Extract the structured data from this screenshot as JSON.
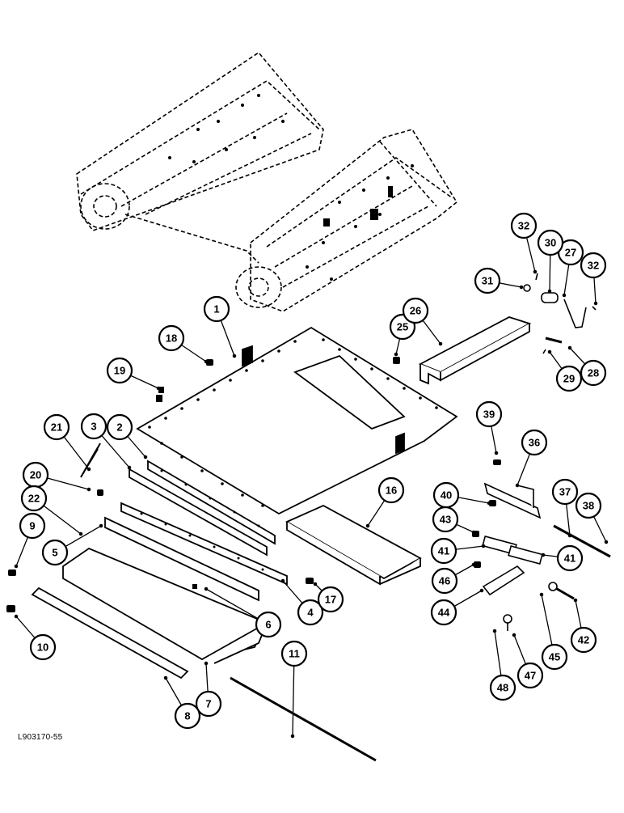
{
  "drawing_code": "L903170-55",
  "callouts": [
    "1",
    "2",
    "3",
    "4",
    "5",
    "6",
    "7",
    "8",
    "9",
    "10",
    "11",
    "16",
    "17",
    "18",
    "19",
    "20",
    "21",
    "22",
    "25",
    "26",
    "27",
    "28",
    "29",
    "30",
    "31",
    "32",
    "32",
    "36",
    "37",
    "38",
    "39",
    "40",
    "41",
    "41",
    "42",
    "43",
    "44",
    "45",
    "46",
    "47",
    "48"
  ]
}
